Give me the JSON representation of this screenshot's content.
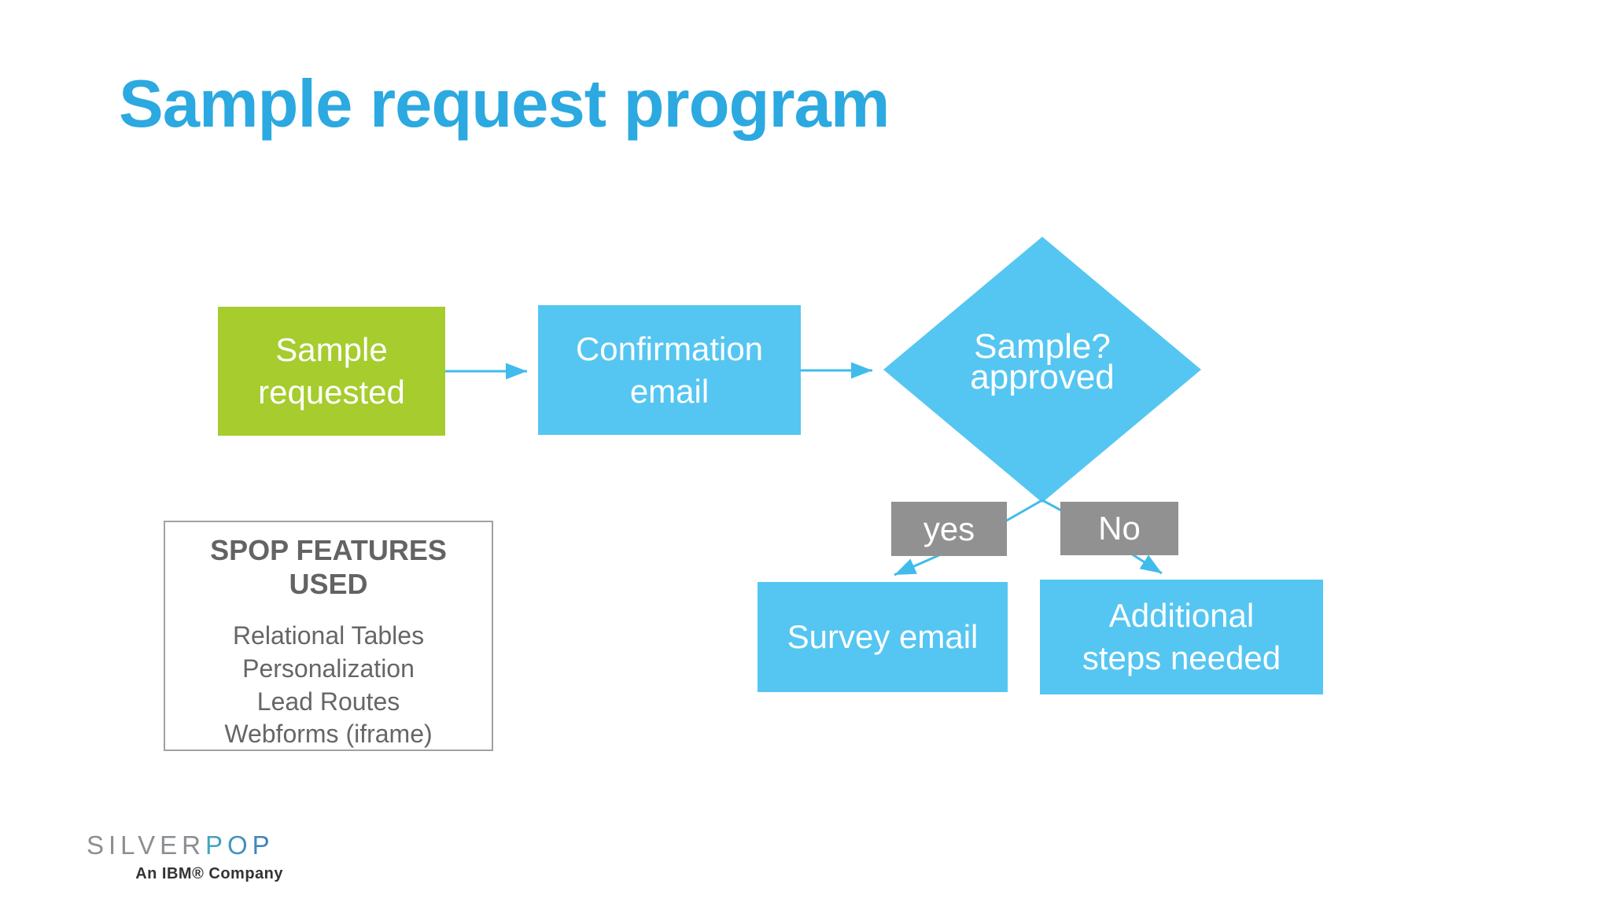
{
  "slide": {
    "title": "Sample request program"
  },
  "colors": {
    "title_blue": "#2BA9E0",
    "node_blue": "#55C6F1",
    "node_green": "#A6CC2E",
    "label_gray": "#919191",
    "connector_blue": "#41BBEC",
    "features_text_gray": "#666666"
  },
  "flowchart": {
    "start_node": {
      "line1": "Sample",
      "line2": "requested"
    },
    "confirmation_node": {
      "line1": "Confirmation",
      "line2": "email"
    },
    "decision_node": {
      "line1": "Sample?",
      "line2": "approved"
    },
    "yes_label": "yes",
    "no_label": "No",
    "survey_node": {
      "label": "Survey email"
    },
    "additional_node": {
      "line1": "Additional",
      "line2": "steps needed"
    }
  },
  "features_box": {
    "heading": "SPOP FEATURES USED",
    "items": [
      "Relational Tables",
      "Personalization",
      "Lead Routes",
      "Webforms (iframe)"
    ]
  },
  "logo": {
    "brand_silver": "SILVER",
    "brand_pop": "POP",
    "tagline": "An IBM® Company"
  }
}
